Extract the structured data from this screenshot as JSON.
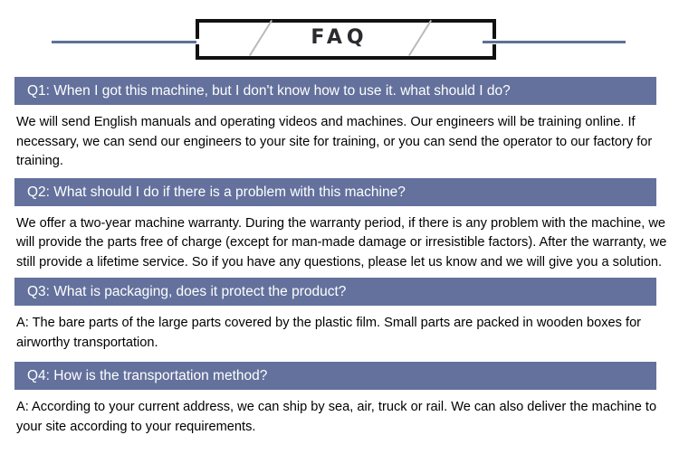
{
  "header": {
    "title": "FAQ",
    "rule_color": "#5c7296",
    "bracket_color": "#111111",
    "slash_color": "#b9b9bd"
  },
  "theme": {
    "question_bar_color": "#63719c",
    "question_text_color": "#ffffff",
    "answer_text_color": "#000000",
    "page_background": "#ffffff"
  },
  "faq": {
    "items": [
      {
        "question": "Q1: When I got this machine, but I don't know how to use it. what should I do?",
        "answer": "We will send English manuals and operating videos and machines. Our engineers will be training online. If necessary, we can send our engineers to your site for training, or you can send the operator to our factory for training."
      },
      {
        "question": "Q2: What should I do if there is a problem with this machine?",
        "answer": "We offer a two-year machine warranty. During the warranty period, if there is any problem with the machine, we will provide the parts free of charge (except for man-made damage or irresistible factors). After the warranty, we still provide a lifetime service. So if you have any questions, please let us know and we will give you a solution."
      },
      {
        "question": "Q3: What is packaging, does it protect the product?",
        "answer": "A: The bare parts of the large parts covered by the plastic film. Small parts are packed in wooden boxes for airworthy transportation."
      },
      {
        "question": "Q4: How is the transportation method?",
        "answer": "A: According to your current address, we can ship by sea, air, truck or rail. We can also deliver the machine to your site according to your requirements."
      }
    ]
  }
}
